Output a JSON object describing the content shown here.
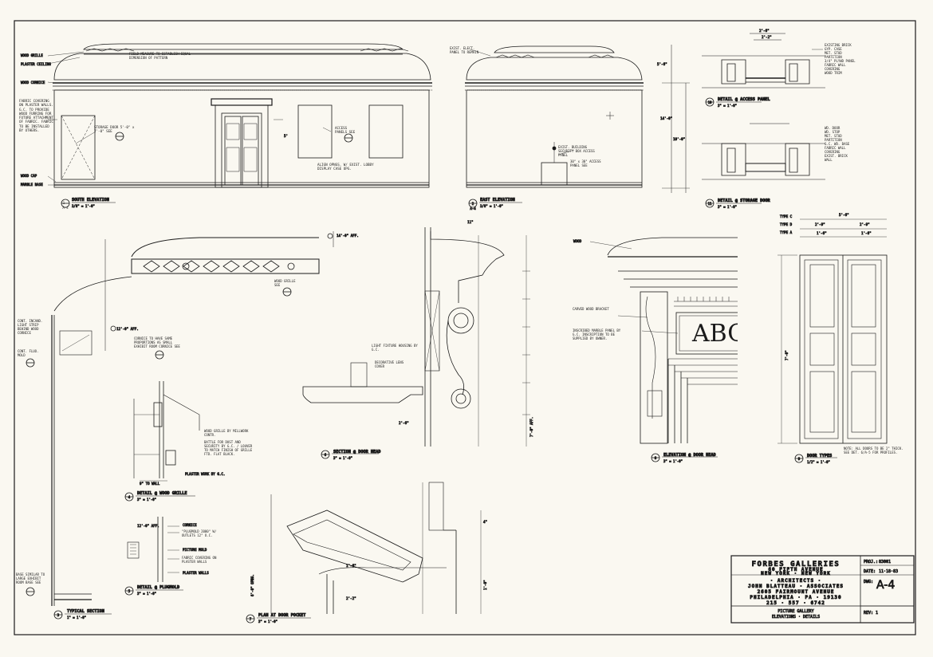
{
  "views": {
    "south_elevation": {
      "number": "1",
      "sheet": "A-4",
      "title": "SOUTH ELEVATION",
      "scale": "3/8\" = 1'-0\"",
      "notes": [
        "WOOD GRILLE",
        "PLASTER CEILING",
        "WOOD CORNICE",
        "FABRIC COVERING ON PLASTER WALLS. G.C. TO PROVIDE WOOD FURRING FOR FUTURE ATTACHMENT OF FABRIC. FABRIC TO BE INSTALLED BY OTHERS.",
        "WOOD CAP",
        "MARBLE BASE",
        "FIELD MEASURE TO ESTABLISH EQUAL DIMENSION OF PATTERN",
        "STORAGE DOOR 5'-0\" x 7'-0\" SEE",
        "ACCESS PANELS SEE",
        "ALIGN OPNGS. W/ EXIST. LOBBY DISPLAY CASE OPG.",
        "5'"
      ]
    },
    "east_elevation": {
      "number": "2",
      "sheet": "A-4",
      "title": "EAST ELEVATION",
      "scale": "3/8\" = 1'-0\"",
      "notes": [
        "EXIST. ELECT. PANEL TO REMAIN",
        "EXIST. BUILDING SECURITY BOX ACCESS PANEL",
        "30\" x 30\" ACCESS PANEL SEE",
        "5'-6\"",
        "10'-0\"",
        "14'-0\""
      ]
    },
    "access_panel": {
      "number": "10",
      "sheet": "A-4",
      "title": "DETAIL @ ACCESS PANEL",
      "scale": "3\" = 1'-0\"",
      "notes": [
        "2'-6\"",
        "2'-2\"",
        "EXISTING BRICK GYP. CASE",
        "MET. STUD PARTITION",
        "3/4\" PLYWD PANEL",
        "FABRIC WALL COVERING",
        "WOOD TRIM"
      ]
    },
    "storage_door": {
      "number": "11",
      "sheet": "A-4",
      "title": "DETAIL @ STORAGE DOOR",
      "scale": "3\" = 1'-0\"",
      "notes": [
        "WD. DOOR",
        "WD. STOP",
        "MET. STUD PARTITION",
        "G.C. WD. BASE",
        "FABRIC WALL COVERING",
        "EXIST. BRICK WALL"
      ]
    },
    "typical_section": {
      "number": "3",
      "sheet": "A-4",
      "title": "TYPICAL SECTION",
      "scale": "1\" = 1'-0\"",
      "notes": [
        "14'-0\" AFF.",
        "12'-0\" AFF.",
        "CONT. INCAND. LIGHT STRIP BEHIND WOOD CORNICE",
        "CONT. FLUO. MOLD",
        "CORNICE TO HAVE SAME PROPORTIONS AS SMALL EXHIBIT ROOM CORNICE SEE",
        "WOOD GRILLE SEE",
        "BASE SIMILAR TO LARGE EXHIBIT ROOM BASE SEE"
      ]
    },
    "wood_grille": {
      "number": "4",
      "sheet": "A-4",
      "title": "DETAIL @ WOOD GRILLE",
      "scale": "3\" = 1'-0\"",
      "notes": [
        "WOOD GRILLE BY MILLWORK CONTR.",
        "BATTLE FOR DUST AND SECURITY BY G.C. / LOUVER TO MATCH FINISH OF GRILLE FTD. FLAT BLACK.",
        "PLASTER WORK BY G.C.",
        "9\" TO WALL"
      ]
    },
    "plugmold": {
      "number": "5",
      "sheet": "A-4",
      "title": "DETAIL @ PLUGMOLD",
      "scale": "3\" = 1'-0\"",
      "notes": [
        "12'-0\" AFF.",
        "CORNICE",
        "\"PLUGMOLD 2000\" W/ OUTLETS 12\" O.C.",
        "PICTURE MOLD",
        "FABRIC COVERING ON PLASTER WALLS",
        "PLASTER WALLS"
      ]
    },
    "door_head_section": {
      "number": "6",
      "sheet": "A-4",
      "title": "SECTION @ DOOR HEAD",
      "scale": "3\" = 1'-0\"",
      "notes": [
        "LIGHT FIXTURE HOUSING BY G.C.",
        "DECORATIVE LENS COVER",
        "7'-0\" AFF.",
        "11\"",
        "2'-6\""
      ]
    },
    "door_pocket": {
      "number": "7",
      "sheet": "A-4",
      "title": "PLAN AT DOOR POCKET",
      "scale": "3\" = 1'-0\"",
      "notes": [
        "1'-6\"",
        "2'-2\"",
        "4\"",
        "6'-0\" OPNG.",
        "1'-0\""
      ]
    },
    "door_head_elevation": {
      "number": "8",
      "sheet": "A-4",
      "title": "ELEVATION @ DOOR HEAD",
      "scale": "3\" = 1'-0\"",
      "inscription": "ABC",
      "notes": [
        "WOOD",
        "CARVED WOOD BRACKET",
        "INSCRIBED MARBLE PANEL BY G.C. INSCRIPTION TO BE SUPPLIED BY OWNER."
      ]
    },
    "door_types": {
      "number": "9",
      "sheet": "A-4",
      "title": "DOOR TYPES",
      "scale": "1/2\" = 1'-0\"",
      "notes": [
        "5'-6\"",
        "2'-9\"",
        "2'-9\"",
        "TYPE C",
        "TYPE D",
        "TYPE A",
        "1'-6\"",
        "1'-6\"",
        "7'-0\"",
        "NOTE: ALL DOORS TO BE 2\" THICK. SEE DET. 6/A-5 FOR PROFILES."
      ]
    }
  },
  "title_block": {
    "project": "FORBES GALLERIES",
    "address_1": "60 FIFTH AVENUE",
    "address_2": "NEW YORK · NEW YORK",
    "role": "· ARCHITECTS ·",
    "firm": "JOHN BLATTEAU · ASSOCIATES",
    "firm_address_1": "2605 FAIRMOUNT AVENUE",
    "firm_address_2": "PHILADELPHIA · PA · 19130",
    "phone": "215 · 557 · 6742",
    "sheet_title_1": "PICTURE GALLERY",
    "sheet_title_2": "ELEVATIONS · DETAILS",
    "proj_no_label": "PROJ.:",
    "proj_no": "83001",
    "date_label": "DATE:",
    "date": "11·18·83",
    "dwg_label": "DWG:",
    "dwg_no": "A-4",
    "rev_label": "REV:",
    "rev": "1"
  }
}
